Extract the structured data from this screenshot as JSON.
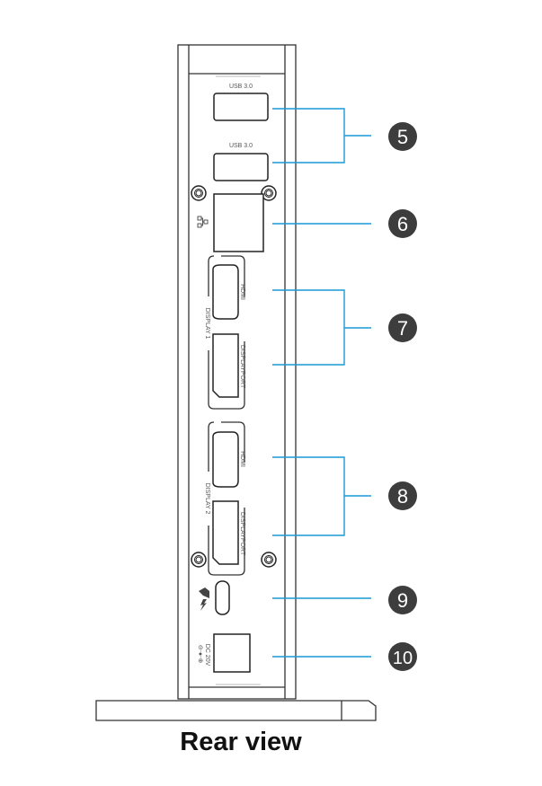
{
  "title": "Rear view",
  "port_labels": {
    "usb_top": "USB 3.0",
    "usb_bottom": "USB 3.0",
    "hdmi_1": "HDMI",
    "displayport_1": "DISPLAYPORT",
    "display_1": "DISPLAY 1",
    "hdmi_2": "HDMI",
    "displayport_2": "DISPLAYPORT",
    "display_2": "DISPLAY 2",
    "dc": "DC 20V"
  },
  "callouts": [
    "5",
    "6",
    "7",
    "8",
    "9",
    "10"
  ],
  "colors": {
    "callout_line": "#1a9ad6",
    "badge": "#3d3d3d"
  }
}
